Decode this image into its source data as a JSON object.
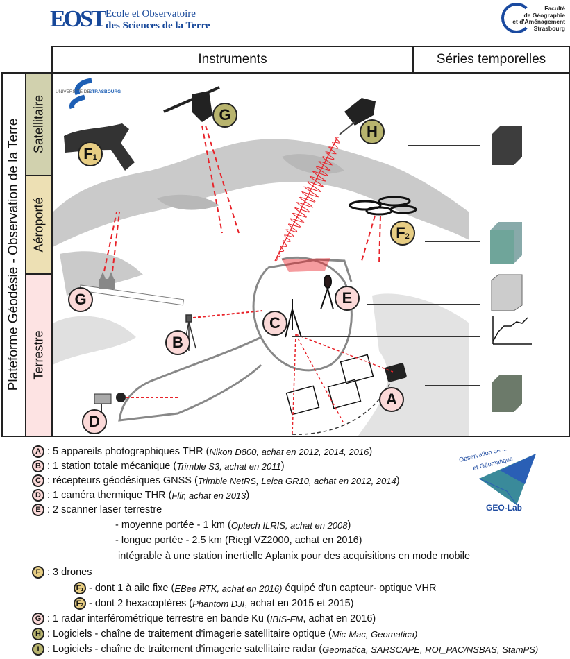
{
  "header": {
    "eost_logo": {
      "mark": "EOST",
      "line1": "Ecole et Observatoire",
      "line2": "des Sciences de la Terre"
    },
    "faculty_logo": {
      "lines": [
        "Faculté",
        "de Géographie",
        "et d'Aménagement",
        "Strasbourg"
      ]
    },
    "university_logo": {
      "prefix": "UNIVERSITÉ DE ",
      "name": "STRASBOURG"
    }
  },
  "table": {
    "col_instruments": "Instruments",
    "col_series": "Séries temporelles",
    "row_title": "Plateforme Géodésie - Observation de la Terre",
    "rows": [
      {
        "label": "Satellitaire",
        "color": "#d1d1ae"
      },
      {
        "label": "Aéroporté",
        "color": "#ede0b4"
      },
      {
        "label": "Terrestre",
        "color": "#fde3e3"
      }
    ]
  },
  "diagram_badges": {
    "F1": {
      "letter": "F",
      "sub": "1"
    },
    "G_sat": {
      "letter": "G",
      "sub": ""
    },
    "H": {
      "letter": "H",
      "sub": ""
    },
    "F2": {
      "letter": "F",
      "sub": "2"
    },
    "G_ter": {
      "letter": "G",
      "sub": ""
    },
    "E": {
      "letter": "E",
      "sub": ""
    },
    "C": {
      "letter": "C",
      "sub": ""
    },
    "B": {
      "letter": "B",
      "sub": ""
    },
    "A": {
      "letter": "A",
      "sub": ""
    },
    "D": {
      "letter": "D",
      "sub": ""
    }
  },
  "colors": {
    "pink_badge": "#fbd9d8",
    "yellow_badge": "#e7cd83",
    "olive_badge": "#b8b46e",
    "beam_red": "#e8232a",
    "terrain_gray": "#bdbdbd",
    "brand_blue": "#17489a"
  },
  "legend": [
    {
      "badge": "A",
      "sub": "",
      "tone": "pink",
      "text": ": 5 appareils photographiques THR (",
      "italic": "Nikon D800, achat en 2012, 2014, 2016",
      "after": ")"
    },
    {
      "badge": "B",
      "sub": "",
      "tone": "pink",
      "text": ": 1 station totale mécanique (",
      "italic": "Trimble S3, achat en 2011",
      "after": ")"
    },
    {
      "badge": "C",
      "sub": "",
      "tone": "pink",
      "text": ": récepteurs géodésiques GNSS (",
      "italic": "Trimble NetRS, Leica GR10, achat en 2012, 2014",
      "after": ")"
    },
    {
      "badge": "D",
      "sub": "",
      "tone": "pink",
      "text": ": 1 caméra thermique THR (",
      "italic": "Flir, achat en 2013",
      "after": ")"
    },
    {
      "badge": "E",
      "sub": "",
      "tone": "pink",
      "text": ": 2 scanner laser terrestre",
      "italic": "",
      "after": ""
    },
    {
      "badge": "",
      "sub": "",
      "tone": "",
      "text": "- moyenne portée - 1 km (",
      "italic": "Optech ILRIS, achat en 2008",
      "after": ")"
    },
    {
      "badge": "",
      "sub": "",
      "tone": "",
      "text": "- longue portée - 2.5 km (Riegl VZ2000, achat en 2016)",
      "italic": "",
      "after": ""
    },
    {
      "badge": "",
      "sub": "",
      "tone": "",
      "text": "intégrable à une station inertielle Aplanix pour des acquisitions en mode mobile",
      "italic": "",
      "after": ""
    },
    {
      "badge": "F",
      "sub": "",
      "tone": "yellow",
      "text": ": 3 drones",
      "italic": "",
      "after": ""
    },
    {
      "badge": "F",
      "sub": "1",
      "tone": "yellow",
      "text": "- dont 1 à aile fixe (",
      "italic": "EBee RTK, achat en 2016)",
      "after": " équipé d'un capteur- optique VHR"
    },
    {
      "badge": "F",
      "sub": "2",
      "tone": "yellow",
      "text": "- dont 2 hexacoptères (",
      "italic": "Phantom DJI",
      "after": ", achat en 2015 et 2015)"
    },
    {
      "badge": "G",
      "sub": "",
      "tone": "pink",
      "text": ": 1 radar interférométrique terrestre en bande Ku (",
      "italic": "IBIS-FM",
      "after": ", achat en 2016)"
    },
    {
      "badge": "H",
      "sub": "",
      "tone": "olive",
      "text": ": Logiciels - chaîne de traitement d'imagerie satellitaire optique (",
      "italic": "Mic-Mac, Geomatica)",
      "after": ""
    },
    {
      "badge": "I",
      "sub": "",
      "tone": "olive",
      "text": ": Logiciels - chaîne de traitement d'imagerie satellitaire radar (",
      "italic": "Geomatica, SARSCAPE, ROI_PAC/NSBAS, StamPS)",
      "after": ""
    }
  ],
  "geolab_logo": {
    "line1": "Observation de la Terre",
    "line2": "et Géomatique",
    "name": "GEO-Lab"
  }
}
